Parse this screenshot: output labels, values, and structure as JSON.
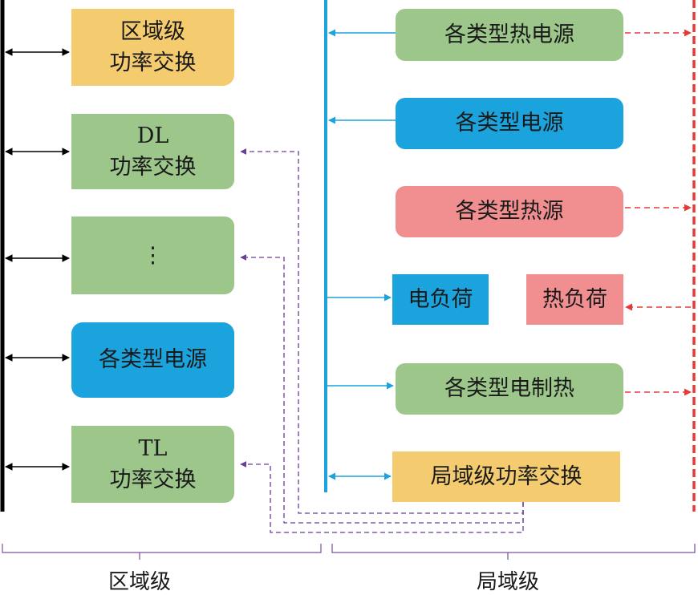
{
  "left_column": {
    "items": [
      {
        "line1": "区域级",
        "line2": "功率交换"
      },
      {
        "line1": "DL",
        "line2": "功率交换"
      },
      {
        "line1": "⋮",
        "line2": ""
      },
      {
        "line1": "各类型电源",
        "line2": ""
      },
      {
        "line1": "TL",
        "line2": "功率交换"
      }
    ]
  },
  "right_column": {
    "heat_power_sources": "各类型热电源",
    "power_sources": "各类型电源",
    "heat_sources": "各类型热源",
    "electric_load": "电负荷",
    "heat_load": "热负荷",
    "electric_heating": "各类型电制热",
    "local_power_exchange": "局域级功率交换"
  },
  "footer": {
    "regional_label": "区域级",
    "local_label": "局域级"
  },
  "colors": {
    "green": "#9cc68a",
    "blue": "#1aa3dc",
    "orange": "#f4cb6f",
    "pink": "#f08e90",
    "electric_bus": "#1aa3dc",
    "heat_bus": "#e53935",
    "exchange_link": "#6a3d9a",
    "left_bus": "#000000"
  }
}
